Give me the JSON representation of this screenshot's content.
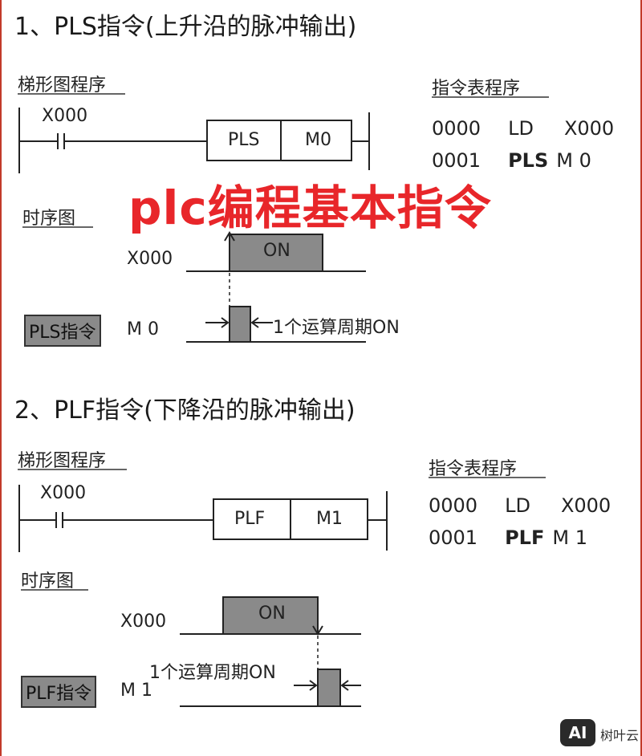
{
  "banner": "plc编程基本指令",
  "section1": {
    "title": "1、PLS指令(上升沿的脉冲输出)",
    "ladder_label": "梯形图程序",
    "contact": "X000",
    "coil_instr": "PLS",
    "coil_dev": "M0",
    "list_label": "指令表程序",
    "list": [
      {
        "step": "0000",
        "op": "LD",
        "arg": "X000"
      },
      {
        "step": "0001",
        "op": "PLS",
        "arg": "M 0"
      }
    ],
    "timing_label": "时序图",
    "sig1": "X000",
    "on_text": "ON",
    "sig2_box": "PLS指令",
    "sig2": "M 0",
    "period_text": "1个运算周期ON"
  },
  "section2": {
    "title": "2、PLF指令(下降沿的脉冲输出)",
    "ladder_label": "梯形图程序",
    "contact": "X000",
    "coil_instr": "PLF",
    "coil_dev": "M1",
    "list_label": "指令表程序",
    "list": [
      {
        "step": "0000",
        "op": "LD",
        "arg": "X000"
      },
      {
        "step": "0001",
        "op": "PLF",
        "arg": "M 1"
      }
    ],
    "timing_label": "时序图",
    "sig1": "X000",
    "on_text": "ON",
    "sig2_box": "PLF指令",
    "sig2": "M 1",
    "period_text": "1个运算周期ON"
  },
  "logo": {
    "mark": "AI",
    "text": "树叶云"
  }
}
